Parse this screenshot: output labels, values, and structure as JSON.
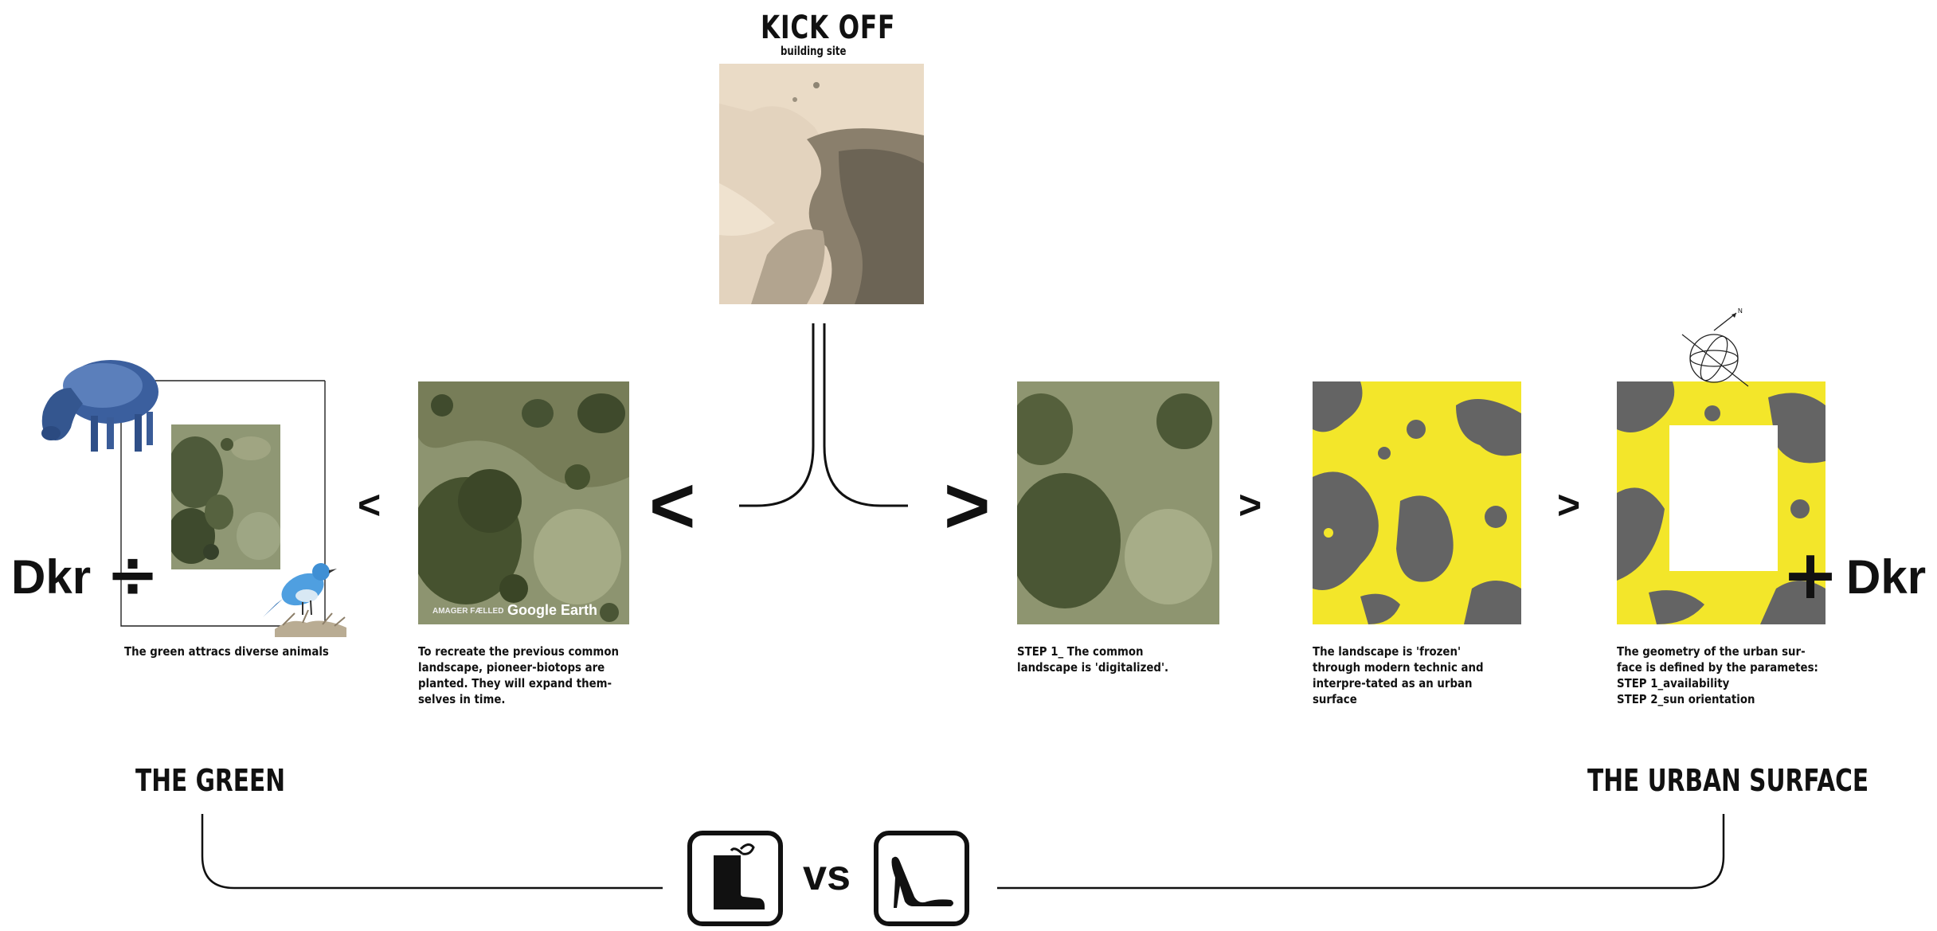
{
  "kickoff": {
    "title": "KICK OFF",
    "subtitle": "building site"
  },
  "left": {
    "operator_label": "Dkr",
    "operator_sign": "÷",
    "arrow_small": "<",
    "arrow_big": "<",
    "caption_green": "The green attracs diverse animals",
    "caption_biotope": "To recreate the previous common landscape, pioneer-biotops are planted. They will expand them-selves in time.",
    "watermark_small": "AMAGER FÆLLED",
    "watermark_brand": "Google Earth",
    "section_title": "THE GREEN"
  },
  "right": {
    "arrow_big": ">",
    "arrow_small_1": ">",
    "arrow_small_2": ">",
    "caption_step1": "STEP 1_ The common landscape is 'digitalized'.",
    "caption_frozen": "The landscape is 'frozen' through modern technic and interpre-tated as an urban surface",
    "caption_geometry_lines": [
      "The geometry of the urban sur-",
      "face is defined by the parametes:",
      "STEP 1_availability",
      "STEP 2_sun orientation"
    ],
    "operator_sign": "+",
    "operator_label": "Dkr",
    "section_title": "THE URBAN SURFACE"
  },
  "bottom": {
    "versus": "vs",
    "left_icon": "boot-icon",
    "right_icon": "high-heel-icon"
  },
  "colors": {
    "yellow": "#f3e62a",
    "grey": "#646464",
    "line": "#111111"
  }
}
